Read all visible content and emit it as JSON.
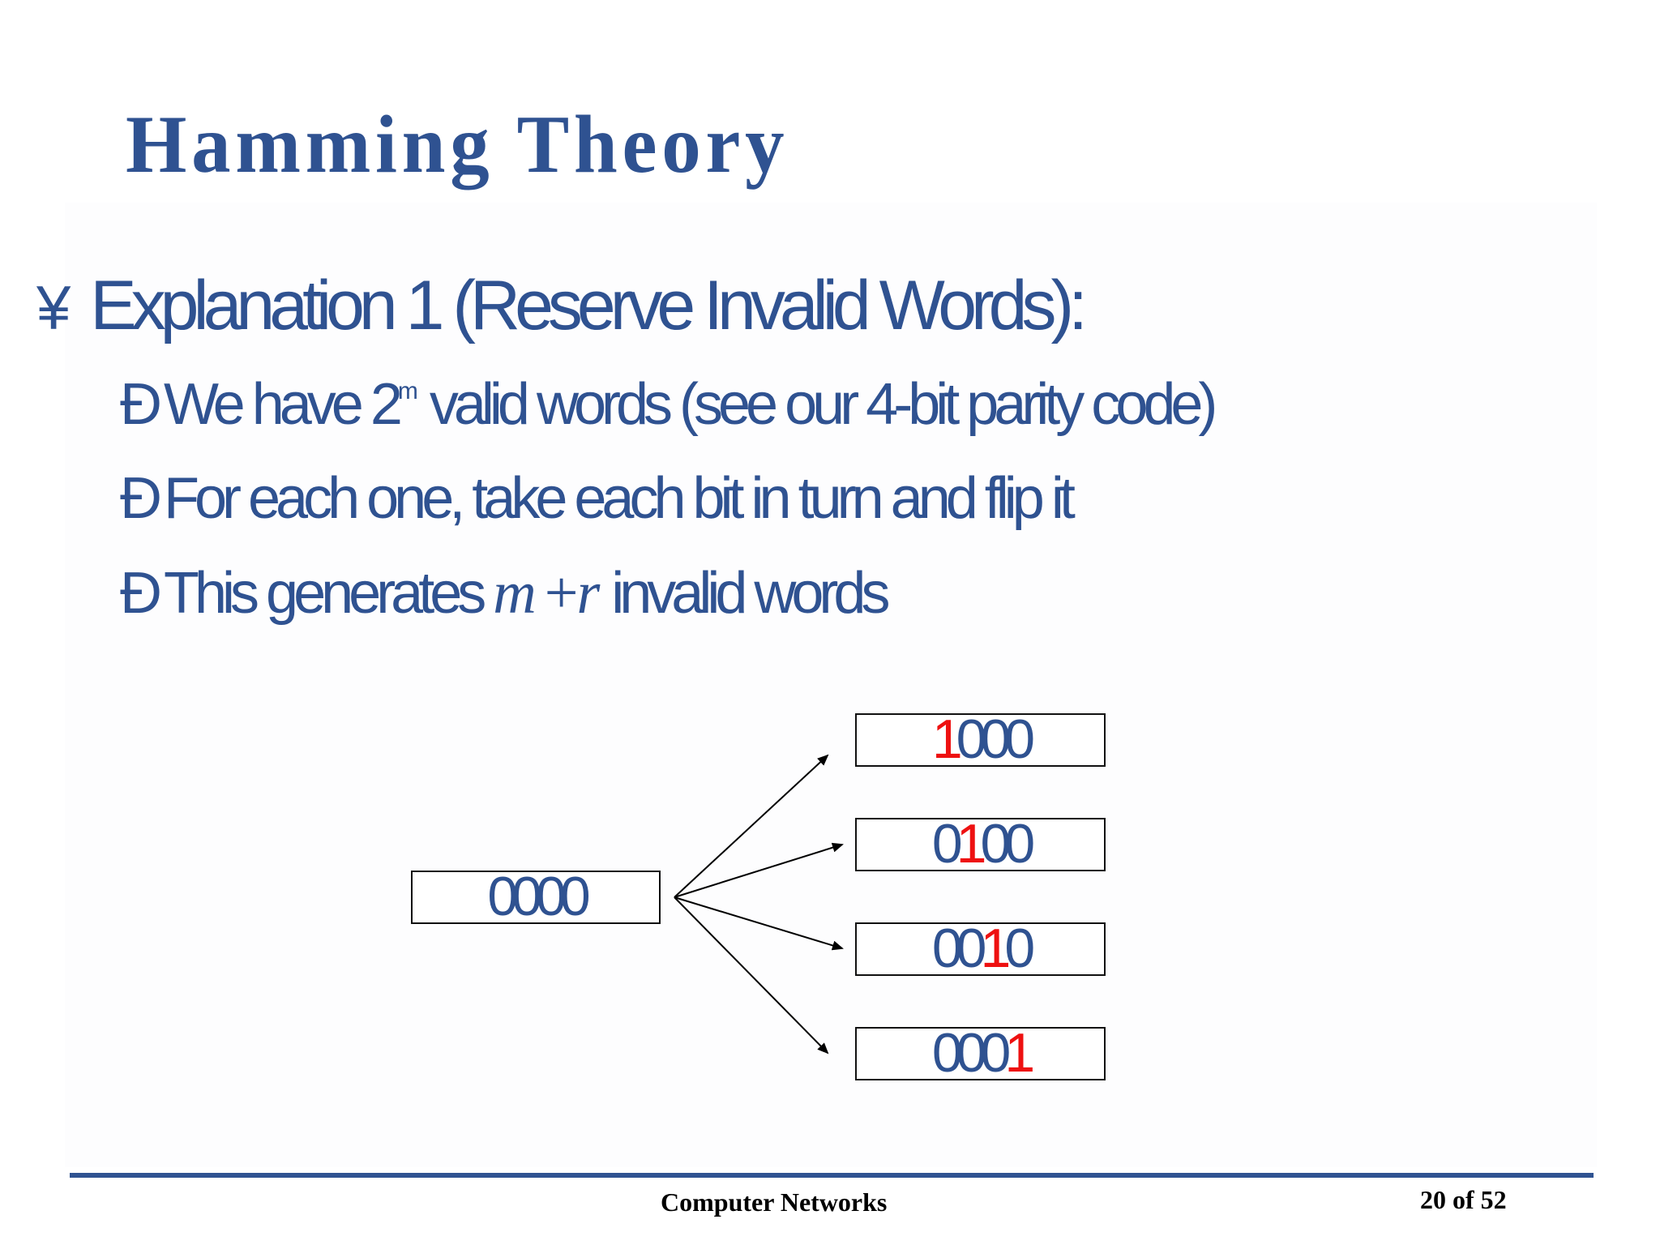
{
  "slide": {
    "title": "Hamming Theory",
    "bullets": {
      "level1": {
        "marker": "¥",
        "text": "Explanation 1 (Reserve Invalid Words):"
      },
      "level2": [
        {
          "marker": "Ð",
          "text_before": "We have 2",
          "superscript": "m",
          "text_after": "valid words (see our 4-bit parity code)"
        },
        {
          "marker": "Ð",
          "text": "For each one, take each bit in turn and flip it"
        },
        {
          "marker": "Ð",
          "text_before": "This generates ",
          "math_m": "m",
          "math_plus": "+",
          "math_r": "r",
          "text_after": " invalid words"
        }
      ]
    },
    "diagram": {
      "source_word": "0000",
      "flipped_words": [
        {
          "pre": "",
          "flip": "1",
          "post": "000",
          "full": "1000"
        },
        {
          "pre": "0",
          "flip": "1",
          "post": "00",
          "full": "0100"
        },
        {
          "pre": "00",
          "flip": "1",
          "post": "0",
          "full": "0010"
        },
        {
          "pre": "000",
          "flip": "1",
          "post": "",
          "full": "0001"
        }
      ],
      "colors": {
        "text": "#2F5291",
        "flipped_bit": "#ee1111",
        "border": "#111111"
      }
    },
    "footer": {
      "course": "Computer Networks",
      "page": "20 of 52"
    },
    "colors": {
      "accent": "#2F5291"
    }
  }
}
